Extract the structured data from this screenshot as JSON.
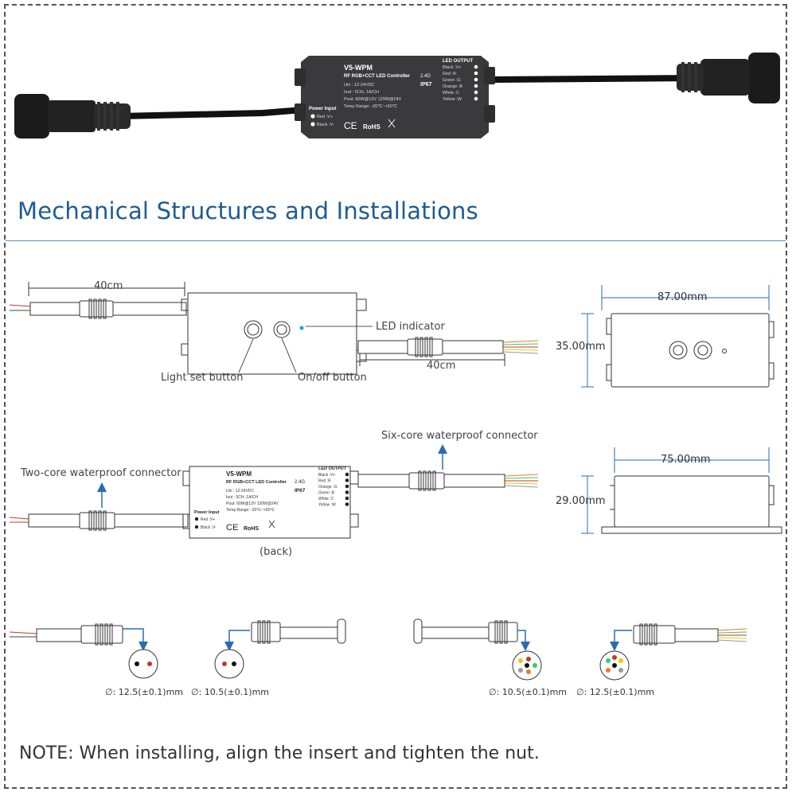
{
  "title": "Mechanical Structures and Installations",
  "product": {
    "model": "V5-WPM",
    "subtitle": "RF RGB+CCT LED Controller",
    "rf": "2.4G",
    "ip": "IP67",
    "uin": "Uin : 12-24VDC",
    "iout": "Iout : 5CH, 1A/CH",
    "pout": "Pout: 60W@12V  120W@24V",
    "temp": "Temp Range: -20℃~+50℃",
    "power_input_title": "Power Input",
    "power_input": [
      "Red      :V+",
      "Black  :V-"
    ],
    "led_output_title": "LED OUTPUT",
    "led_output": [
      "Black    :V+",
      "Red       :R",
      "Green    :G",
      "Orange :B",
      "White    :C",
      "Yellow  :W"
    ],
    "led_output_back": [
      "Black    :V+",
      "Red       :R",
      "Orange :G",
      "Green    :B",
      "White    :C",
      "Yellow  :W"
    ],
    "ce": "CE",
    "rohs": "RoHS"
  },
  "labels": {
    "cable_len_left": "40cm",
    "cable_len_right": "40cm",
    "led_indicator": "LED indicator",
    "light_set_button": "Light set button",
    "onoff_button": "On/off button",
    "two_core": "Two-core waterproof connector",
    "six_core": "Six-core waterproof connector",
    "back": "(back)"
  },
  "dimensions": {
    "width_top": "87.00mm",
    "height_top": "35.00mm",
    "width_bottom": "75.00mm",
    "height_bottom": "29.00mm"
  },
  "connectors": [
    {
      "diameter": "∅: 12.5(±0.1)mm"
    },
    {
      "diameter": "∅: 10.5(±0.1)mm"
    },
    {
      "diameter": "∅: 10.5(±0.1)mm"
    },
    {
      "diameter": "∅: 12.5(±0.1)mm"
    }
  ],
  "note": "NOTE: When installing, align the insert and tighten the nut.",
  "colors": {
    "title": "#1d5c93",
    "device": "#3a3a3c",
    "accent_dot": "#1aa3c9",
    "arrow": "#2a6cb3"
  }
}
